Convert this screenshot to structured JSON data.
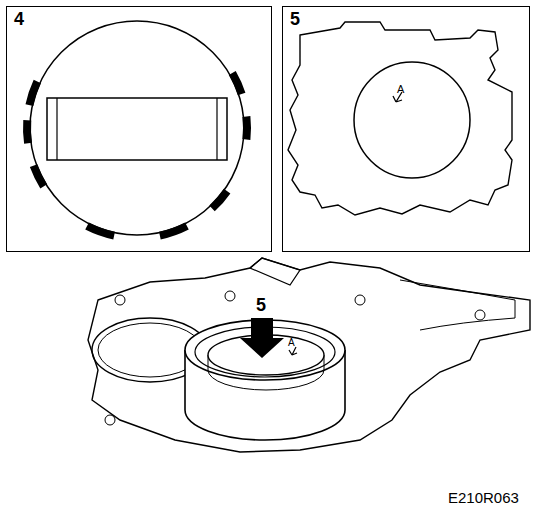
{
  "diagram": {
    "nodes": [
      {
        "text": [
          "4"
        ]
      },
      {
        "text": [
          "5"
        ]
      }
    ],
    "labels": [
      "A",
      "5",
      "A",
      "E210R063"
    ]
  }
}
